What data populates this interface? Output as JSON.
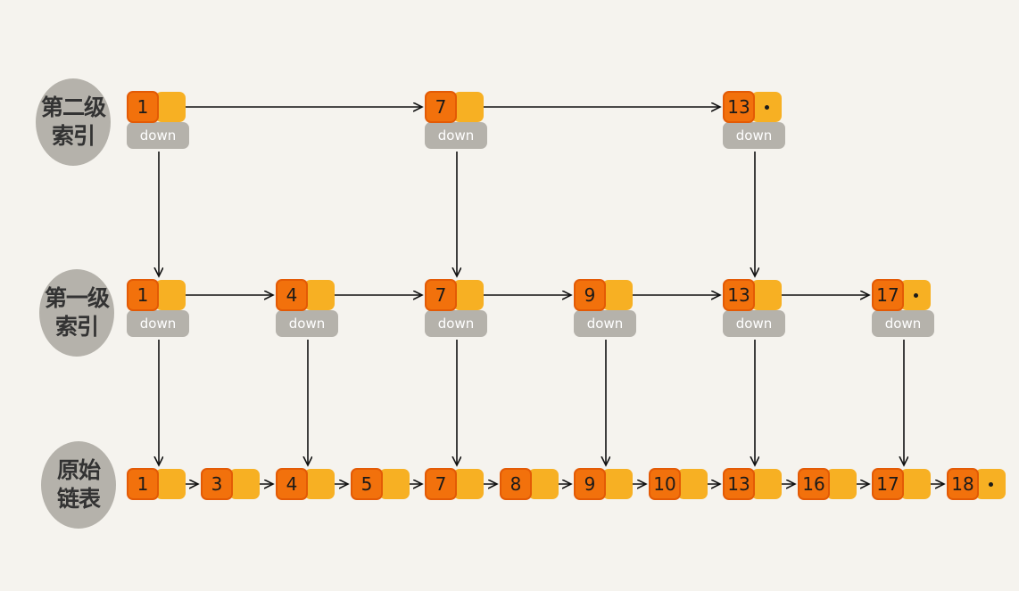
{
  "labels": {
    "level2": [
      "第二级",
      "索引"
    ],
    "level1": [
      "第一级",
      "索引"
    ],
    "base": [
      "原始",
      "链表"
    ]
  },
  "down_label": "down",
  "levels": {
    "level2": [
      "1",
      "7",
      "13"
    ],
    "level1": [
      "1",
      "4",
      "7",
      "9",
      "13",
      "17"
    ],
    "base": [
      "1",
      "3",
      "4",
      "5",
      "7",
      "8",
      "9",
      "10",
      "13",
      "16",
      "17",
      "18"
    ]
  },
  "colors": {
    "node_value": "#f2710c",
    "node_next": "#f7b023",
    "down_box": "#b5b2ab",
    "label_bg": "#b5b2ab",
    "background": "#f5f3ee"
  }
}
